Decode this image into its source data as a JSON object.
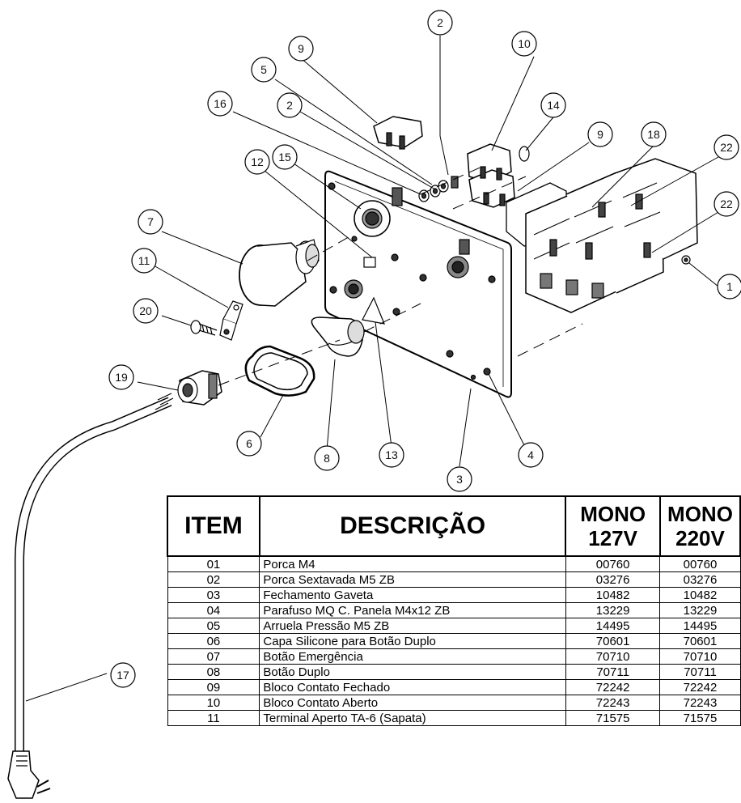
{
  "diagram": {
    "balloons": [
      "1",
      "2",
      "2",
      "3",
      "4",
      "5",
      "6",
      "7",
      "8",
      "9",
      "9",
      "10",
      "11",
      "12",
      "13",
      "14",
      "15",
      "16",
      "17",
      "18",
      "19",
      "20",
      "22",
      "22"
    ]
  },
  "table": {
    "headers": {
      "item": "ITEM",
      "descricao": "DESCRIÇÃO",
      "mono127_a": "MONO",
      "mono127_b": "127V",
      "mono220_a": "MONO",
      "mono220_b": "220V"
    },
    "rows": [
      {
        "item": "01",
        "desc": "Porca M4",
        "c127": "00760",
        "c220": "00760"
      },
      {
        "item": "02",
        "desc": "Porca Sextavada M5 ZB",
        "c127": "03276",
        "c220": "03276"
      },
      {
        "item": "03",
        "desc": "Fechamento Gaveta",
        "c127": "10482",
        "c220": "10482"
      },
      {
        "item": "04",
        "desc": "Parafuso MQ C. Panela M4x12 ZB",
        "c127": "13229",
        "c220": "13229"
      },
      {
        "item": "05",
        "desc": "Arruela Pressão M5 ZB",
        "c127": "14495",
        "c220": "14495"
      },
      {
        "item": "06",
        "desc": "Capa Silicone para Botão Duplo",
        "c127": "70601",
        "c220": "70601"
      },
      {
        "item": "07",
        "desc": "Botão Emergência",
        "c127": "70710",
        "c220": "70710"
      },
      {
        "item": "08",
        "desc": "Botão Duplo",
        "c127": "70711",
        "c220": "70711"
      },
      {
        "item": "09",
        "desc": "Bloco Contato Fechado",
        "c127": "72242",
        "c220": "72242"
      },
      {
        "item": "10",
        "desc": "Bloco Contato Aberto",
        "c127": "72243",
        "c220": "72243"
      },
      {
        "item": "11",
        "desc": "Terminal Aperto TA-6 (Sapata)",
        "c127": "71575",
        "c220": "71575"
      }
    ]
  }
}
